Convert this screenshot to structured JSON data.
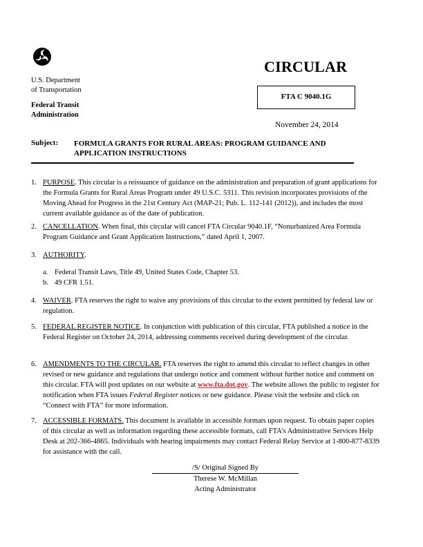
{
  "header": {
    "logo_icon": "dot-triskelion-icon",
    "department": "U.S. Department",
    "department2": "of Transportation",
    "agency": "Federal Transit",
    "agency2": "Administration",
    "doc_type": "CIRCULAR",
    "circular_number": "FTA C 9040.1G",
    "date": "November 24, 2014"
  },
  "subject": {
    "label": "Subject:",
    "text": "FORMULA GRANTS FOR RURAL AREAS: PROGRAM GUIDANCE AND APPLICATION INSTRUCTIONS"
  },
  "items": [
    {
      "num": "1.",
      "heading": "PURPOSE",
      "text": ". This circular is a reissuance of guidance on the administration and preparation of grant applications for the Formula Grants for Rural Areas Program under 49 U.S.C. 5311. This revision incorporates provisions of the Moving Ahead for Progress in the 21st Century Act (MAP-21; Pub. L. 112-141 (2012)), and includes the most current available guidance as of the date of publication."
    },
    {
      "num": "2.",
      "heading": "CANCELLATION",
      "text": ". When final, this circular will cancel FTA Circular 9040.1F, “Nonurbanized Area Formula Program Guidance and Grant Application Instructions,” dated April 1, 2007."
    },
    {
      "num": "3.",
      "heading": "AUTHORITY",
      "text": "."
    },
    {
      "num": "4.",
      "heading": "WAIVER",
      "text": ". FTA reserves the right to waive any provisions of this circular to the extent permitted by federal law or regulation."
    },
    {
      "num": "5.",
      "heading": "FEDERAL REGISTER NOTICE",
      "text": ". In conjunction with publication of this circular, FTA published a notice in the Federal Register on October 24, 2014, addressing comments received during development of the circular."
    },
    {
      "num": "6.",
      "heading": "AMENDMENTS TO THE CIRCULAR.",
      "text1": " FTA reserves the right to amend this circular to reflect changes in other revised or new guidance and regulations that undergo notice and comment without further notice and comment on this circular. FTA will post updates on our website at ",
      "link": "www.fta.dot.gov",
      "text2": ". The website allows the public to register for notification when FTA issues ",
      "italic": "Federal Register",
      "text3": " notices or new guidance. Please visit the website and click on “Connect with FTA” for more information."
    },
    {
      "num": "7.",
      "heading": "ACCESSIBLE FORMATS.",
      "text": " This document is available in accessible formats upon request. To obtain paper copies of this circular as well as information regarding these accessible formats, call FTA’s Administrative Services Help Desk at 202-366-4865. Individuals with hearing impairments may contact Federal Relay Service at 1-800-877-8339 for assistance with the call."
    }
  ],
  "authority": [
    {
      "letter": "a.",
      "text": "Federal Transit Laws, Title 49, United States Code, Chapter 53."
    },
    {
      "letter": "b.",
      "text": "49 CFR 1.51."
    }
  ],
  "signature": {
    "signed": "/S/ Original Signed By",
    "name": "Therese W. McMillan",
    "title": "Acting Administrator"
  }
}
